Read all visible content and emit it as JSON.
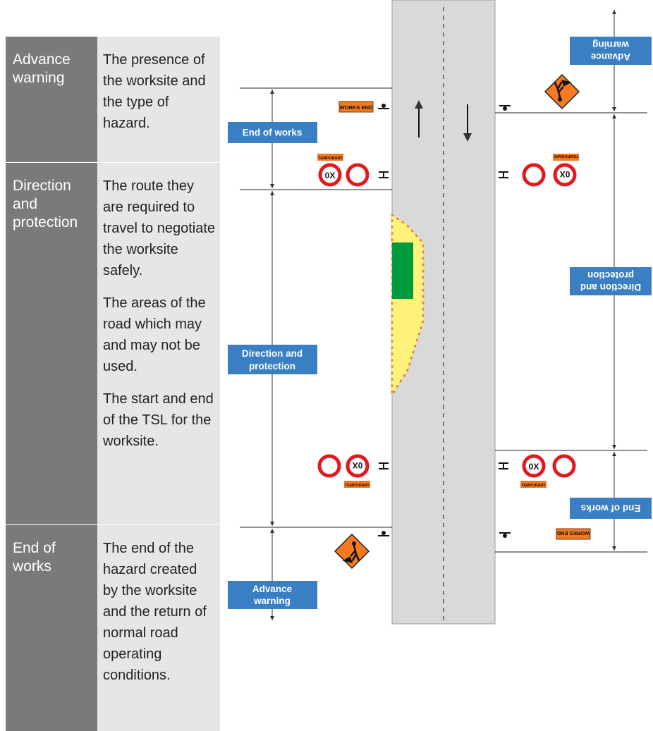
{
  "table": {
    "rows": [
      {
        "name": "Advance warning",
        "desc": [
          "The presence of the worksite and the type of hazard."
        ]
      },
      {
        "name": "Direction and protection",
        "desc": [
          "The route they are required to travel to negotiate the worksite safely.",
          "The areas of the road which may and may not be used.",
          "The start and end of the TSL for the worksite."
        ]
      },
      {
        "name": "End of works",
        "desc": [
          "The end of the hazard created by the worksite and the return of normal road operating conditions."
        ]
      }
    ]
  },
  "diagram": {
    "left_labels": {
      "end_of_works": "End of works",
      "direction_line1": "Direction and",
      "direction_line2": "protection",
      "advance_line1": "Advance",
      "advance_line2": "warning"
    },
    "right_labels": {
      "advance_line1": "Advance",
      "advance_line2": "warning",
      "direction_line1": "Direction and",
      "direction_line2": "protection",
      "end_of_works": "End of works"
    },
    "signs": {
      "works_end": "WORKS END",
      "temporary": "TEMPORARY",
      "speed": "0X"
    },
    "colors": {
      "label_blue": "#3a7fc4",
      "road_grey": "#d9d9d9",
      "sign_orange": "#f47920",
      "sign_red": "#e0191f",
      "worksite_green": "#009a3e",
      "taper_yellow": "#fff27a"
    }
  }
}
